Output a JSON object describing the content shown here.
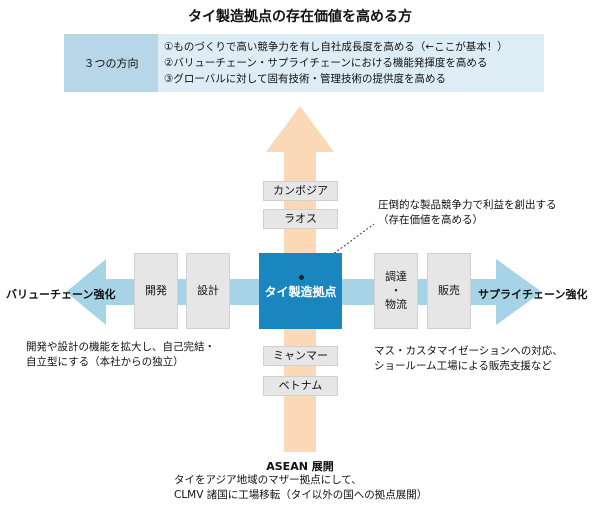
{
  "title": "タイ製造拠点の存在価値を高める方",
  "directions": {
    "label": "３つの方向",
    "items": [
      "①ものづくりで高い競争力を有し自社成長度を高める（←ここが基本！）",
      "②バリューチェーン・サプライチェーンにおける機能発揮度を高める",
      "③グローバルに対して固有技術・管理技術の提供度を高める"
    ]
  },
  "center_box": "タイ製造拠点",
  "callout": {
    "line1": "圧倒的な製品競争力で利益を創出する",
    "line2": "（存在価値を高める）"
  },
  "top_boxes": [
    "カンボジア",
    "ラオス"
  ],
  "bottom_boxes": [
    "ミャンマー",
    "ベトナム"
  ],
  "left_boxes": [
    "開発",
    "設計"
  ],
  "right_boxes": {
    "procurement_line1": "調達",
    "procurement_line2": "・",
    "procurement_line3": "物流",
    "sales": "販売"
  },
  "left_label": "バリューチェーン強化",
  "right_label": "サプライチェーン強化",
  "left_note": {
    "line1": "開発や設計の機能を拡大し、自己完結・",
    "line2": "自立型にする（本社からの独立）"
  },
  "right_note": {
    "line1": "マス・カスタマイゼーションへの対応、",
    "line2": "ショールーム工場による販売支援など"
  },
  "bottom_label": "ASEAN 展開",
  "bottom_note": {
    "line1": "タイをアジア地域のマザー拠点にして、",
    "line2": "CLMV 諸国に工場移転（タイ以外の国への拠点展開）"
  },
  "colors": {
    "vertical_arrow": "#fbd9b6",
    "horizontal_arrow": "#a7d3e6",
    "center_box": "#1a86bf",
    "directions_label_bg": "#b7d7e8",
    "directions_box_bg": "#deedf5",
    "gray_box": "#e6e6e6"
  }
}
